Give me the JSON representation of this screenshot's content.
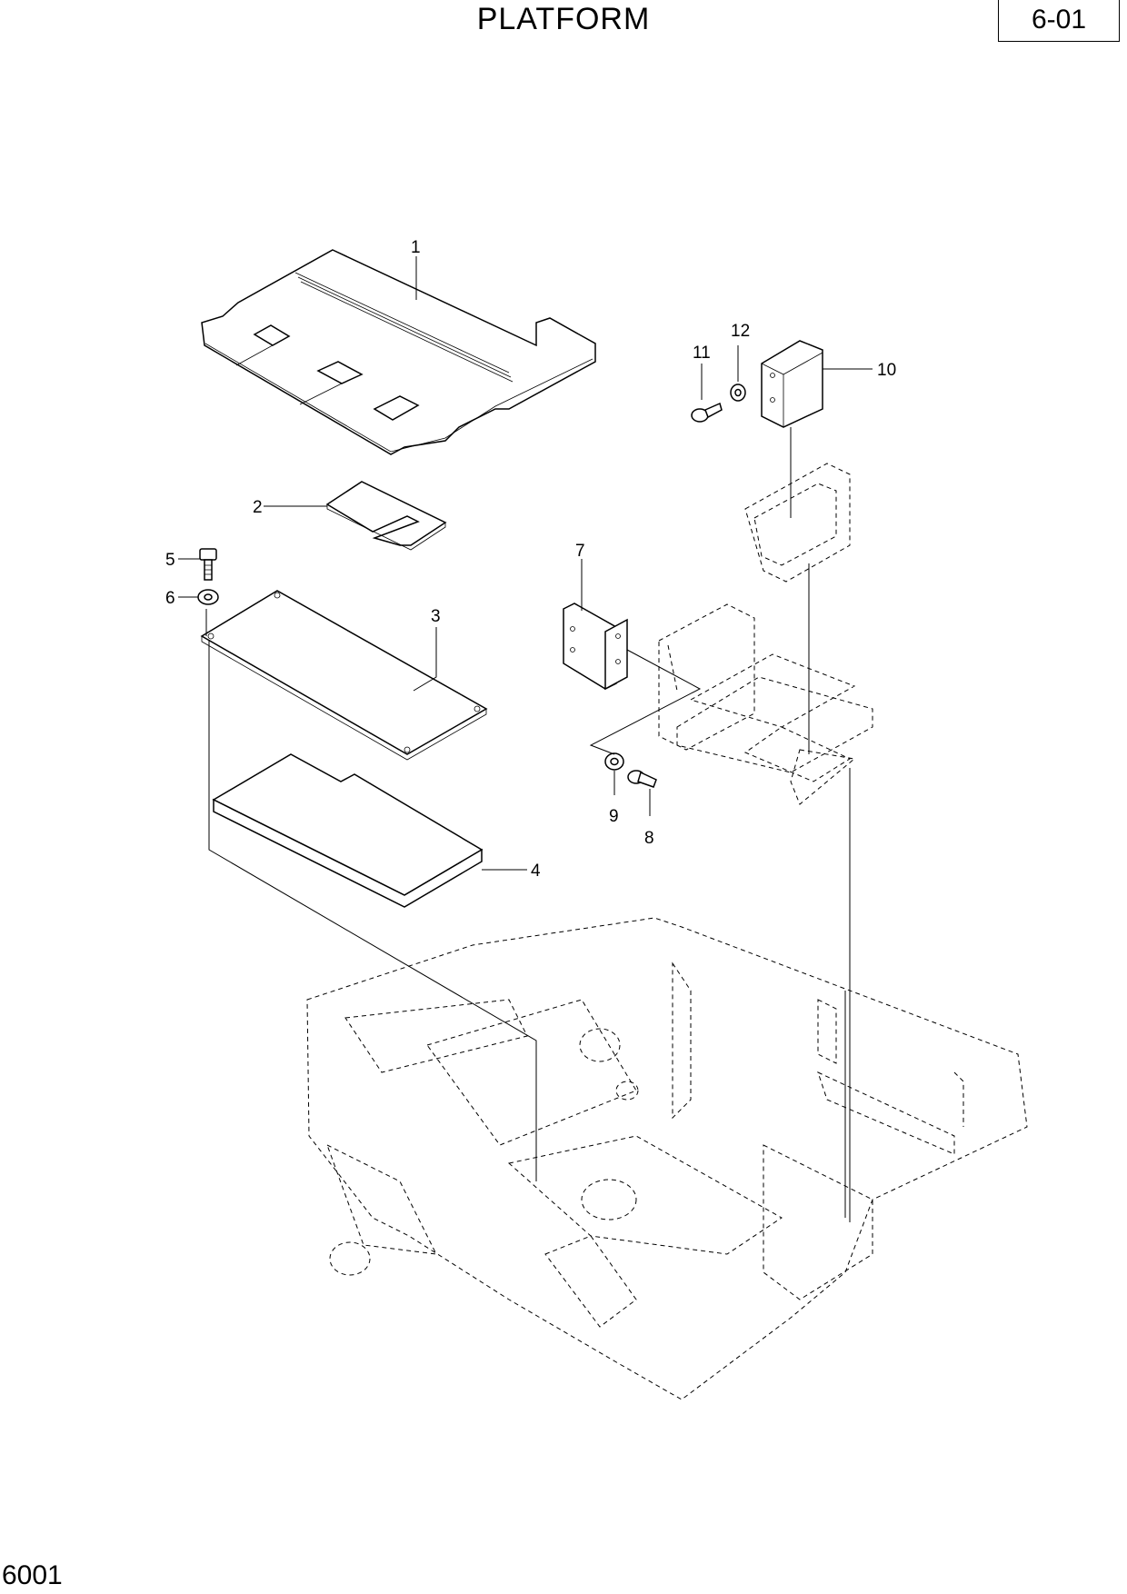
{
  "header": {
    "title": "PLATFORM",
    "page_number": "6-01"
  },
  "footer": {
    "code": "6001"
  },
  "callouts": [
    "1",
    "2",
    "3",
    "4",
    "5",
    "6",
    "7",
    "8",
    "9",
    "10",
    "11",
    "12"
  ]
}
